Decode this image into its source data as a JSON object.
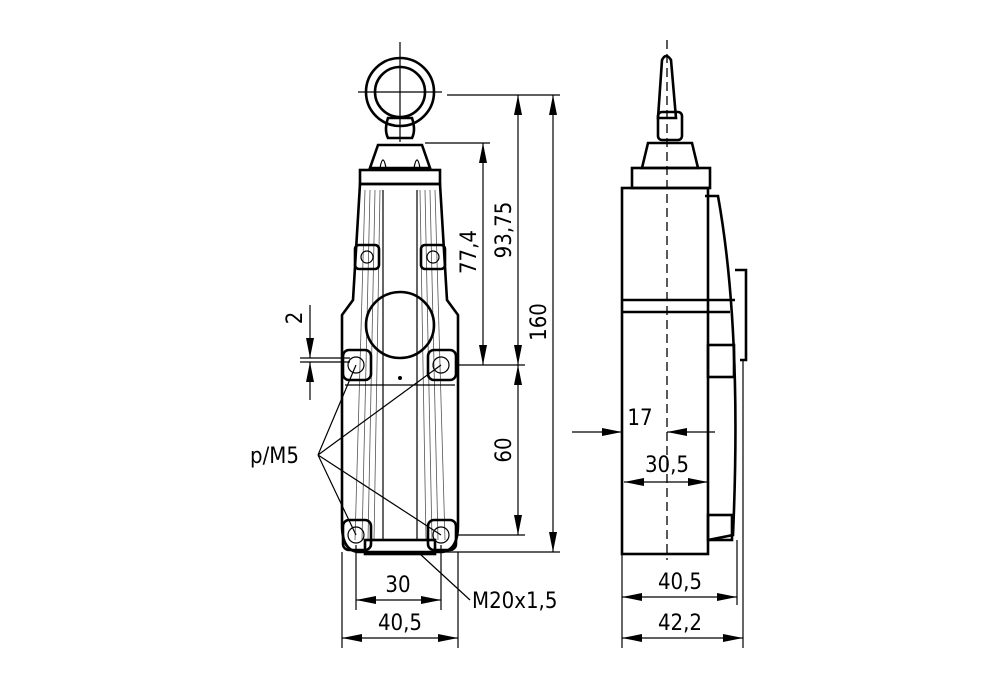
{
  "drawing": {
    "front_view": {
      "dim_height_to_cap": "77,4",
      "dim_height_to_ring": "93,75",
      "dim_total_height": "160",
      "dim_hole_spacing_vertical": "60",
      "dim_hole_offset": "2",
      "dim_hole_spacing_horizontal": "30",
      "dim_width": "40,5",
      "label_mounting_holes": "p/M5",
      "label_cable_entry": "M20x1,5"
    },
    "side_view": {
      "dim_center_offset": "17",
      "dim_body_depth": "30,5",
      "dim_depth": "40,5",
      "dim_total_depth": "42,2"
    }
  }
}
